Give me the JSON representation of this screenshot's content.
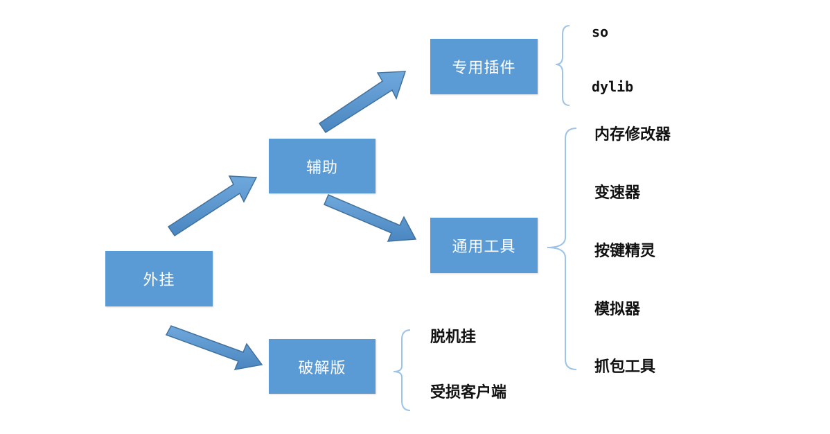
{
  "nodes": {
    "root": "外挂",
    "assist": "辅助",
    "cracked": "破解版",
    "plugin": "专用插件",
    "tools": "通用工具"
  },
  "plugin_items": [
    "so",
    "dylib"
  ],
  "tool_items": [
    "内存修改器",
    "变速器",
    "按键精灵",
    "模拟器",
    "抓包工具"
  ],
  "cracked_items": [
    "脱机挂",
    "受损客户端"
  ],
  "colors": {
    "box_fill": "#5b9bd5",
    "arrow_fill": "#5b9bd5",
    "arrow_dark": "#41719c",
    "brace": "#9dc3e6"
  }
}
